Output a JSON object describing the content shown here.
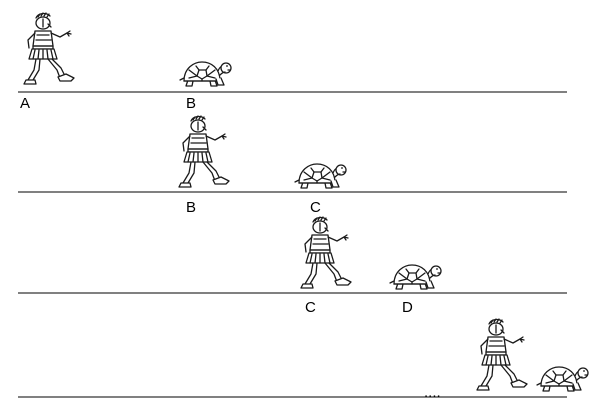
{
  "stages": [
    {
      "runner_label": "A",
      "tortoise_label": "B"
    },
    {
      "runner_label": "B",
      "tortoise_label": "C"
    },
    {
      "runner_label": "C",
      "tortoise_label": "D"
    },
    {
      "runner_label": "",
      "tortoise_label": ""
    }
  ],
  "continuation": "....",
  "figures": {
    "runner": "achilles-warrior-icon",
    "tortoise": "tortoise-icon"
  }
}
